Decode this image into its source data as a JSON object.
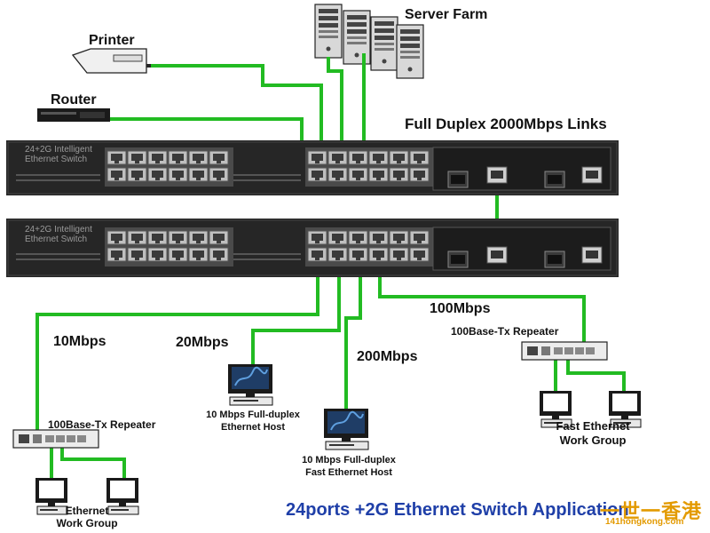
{
  "labels": {
    "server_farm": "Server Farm",
    "printer": "Printer",
    "router": "Router",
    "full_duplex_links": "Full Duplex 2000Mbps Links",
    "speed_10": "10Mbps",
    "speed_20": "20Mbps",
    "speed_200": "200Mbps",
    "speed_100": "100Mbps",
    "repeater_right": "100Base-Tx Repeater",
    "repeater_left": "100Base-Tx Repeater",
    "host_10_full_duplex": "10 Mbps Full-duplex Ethernet Host",
    "host_10_fast": "10 Mbps Full-duplex Fast Ethernet Host",
    "fast_ethernet_group": "Fast Ethernet Work Group",
    "ethernet_group": "Ethernet Work Group"
  },
  "switches": [
    {
      "brand_line1": "24+2G Intelligent",
      "brand_line2": "Ethernet Switch"
    },
    {
      "brand_line1": "24+2G Intelligent",
      "brand_line2": "Ethernet Switch"
    }
  ],
  "title": "24ports +2G Ethernet Switch Application",
  "watermark": {
    "text": "一世一香港",
    "url": "141hongkong.com"
  },
  "colors": {
    "link": "#22bb22",
    "switch_body": "#262626",
    "title": "#1f3fa8",
    "watermark": "#e39a00"
  }
}
